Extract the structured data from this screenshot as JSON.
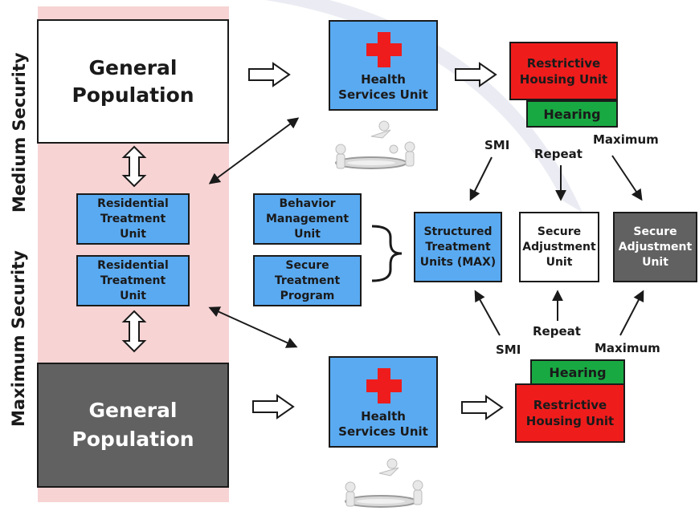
{
  "side_labels": {
    "medium": "Medium Security",
    "maximum": "Maximum Security"
  },
  "general_population_medium": "General\nPopulation",
  "general_population_maximum": "General\nPopulation",
  "rtu_1": "Residential\nTreatment\nUnit",
  "rtu_2": "Residential\nTreatment\nUnit",
  "bmu": "Behavior\nManagement\nUnit",
  "stp": "Secure\nTreatment\nProgram",
  "health_services_top": "Health\nServices Unit",
  "health_services_bottom": "Health\nServices Unit",
  "rhu_top": "Restrictive\nHousing Unit",
  "rhu_bottom": "Restrictive\nHousing Unit",
  "hearing_top": "Hearing",
  "hearing_bottom": "Hearing",
  "stu_max": "Structured\nTreatment\nUnits (MAX)",
  "sau_white": "Secure\nAdjustment\nUnit",
  "sau_gray": "Secure\nAdjustment\nUnit",
  "arrow_labels": {
    "smi_top": "SMI",
    "repeat_top": "Repeat",
    "maximum_top": "Maximum",
    "smi_bottom": "SMI",
    "repeat_bottom": "Repeat",
    "maximum_bottom": "Maximum"
  },
  "colors": {
    "blue": "#5aaaf1",
    "red": "#ef1c1c",
    "green": "#19a943",
    "gray": "#616161",
    "pink": "#f7d3d4"
  },
  "icons": [
    "red-cross-icon",
    "trampoline-figures-icon",
    "double-arrow-icon",
    "curly-brace-icon"
  ]
}
